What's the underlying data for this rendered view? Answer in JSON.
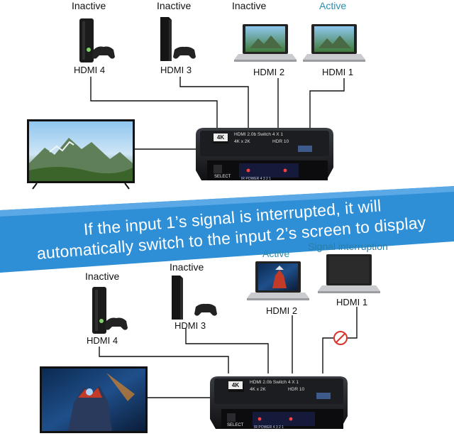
{
  "top": {
    "devices": [
      {
        "status": "Inactive",
        "port": "HDMI 4",
        "kind": "console-slim"
      },
      {
        "status": "Inactive",
        "port": "HDMI 3",
        "kind": "console-tower"
      },
      {
        "status": "Inactive",
        "port": "HDMI 2",
        "kind": "laptop"
      },
      {
        "status": "Active",
        "port": "HDMI 1",
        "kind": "laptop"
      }
    ],
    "switch": {
      "select_label": "SELECT",
      "badge": "4K",
      "model": "HDMI 2.0b Switch 4 X 1",
      "spec": "4K x 2K",
      "hdr": "HDR 10",
      "ports": "IR POWER 4 3 2 1"
    }
  },
  "banner": {
    "line1": "If the input 1’s signal is interrupted, it will",
    "line2": "automatically switch to the input 2’s screen to display",
    "color": "#2f8fd6"
  },
  "bottom": {
    "devices": [
      {
        "status": "Inactive",
        "port": "HDMI 4",
        "kind": "console-slim"
      },
      {
        "status": "Inactive",
        "port": "HDMI 3",
        "kind": "console-tower"
      },
      {
        "status": "Active",
        "port": "HDMI 2",
        "kind": "laptop"
      },
      {
        "status": "Signal interruption",
        "port": "HDMI 1",
        "kind": "laptop-off"
      }
    ],
    "switch": {
      "select_label": "SELECT",
      "badge": "4K",
      "model": "HDMI 2.0b Switch 4 X 1",
      "spec": "4K x 2K",
      "hdr": "HDR 10",
      "ports": "IR POWER 4 3 2 1"
    }
  },
  "colors": {
    "active": "#2a8fb0",
    "banner": "#2f8fd6",
    "no_signal": "#d9342b"
  }
}
